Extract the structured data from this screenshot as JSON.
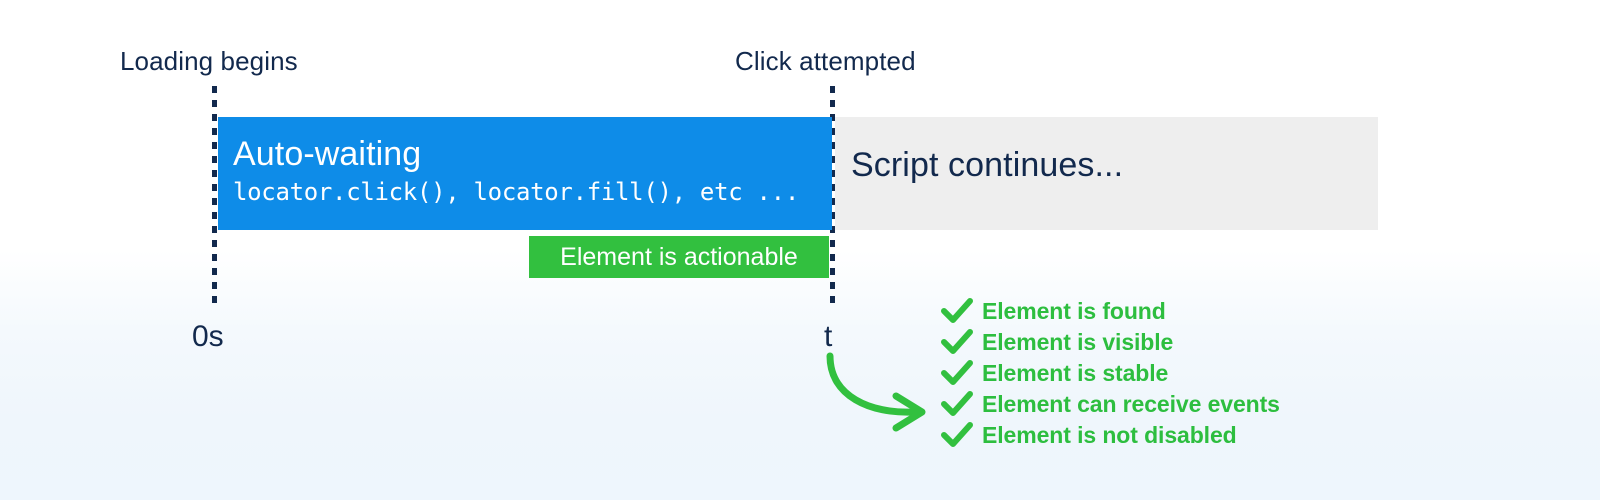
{
  "diagram": {
    "title_semantic": "playwright-auto-waiting-timeline",
    "markers": [
      {
        "id": "loading-begins",
        "label": "Loading begins",
        "axis_label": "0s"
      },
      {
        "id": "click-attempted",
        "label": "Click attempted",
        "axis_label": "t"
      }
    ],
    "phases": [
      {
        "id": "auto-waiting",
        "title": "Auto-waiting",
        "subtitle": "locator.click(), locator.fill(), etc ...",
        "color": "#0e8ce8",
        "text_color": "#ffffff"
      },
      {
        "id": "script-continues",
        "title": "Script continues...",
        "color": "#eeeeee",
        "text_color": "#12294d"
      }
    ],
    "badge": {
      "label": "Element is actionable",
      "color": "#32c03f",
      "text_color": "#ffffff"
    },
    "checklist": {
      "color": "#2dbe3f",
      "icon_name": "checkmark-icon",
      "items": [
        "Element is found",
        "Element is visible",
        "Element is stable",
        "Element can receive events",
        "Element is not disabled"
      ]
    },
    "arrow": {
      "id": "curved-arrow",
      "color": "#32c03f",
      "direction": "down-right"
    },
    "colors": {
      "accent_blue": "#0e8ce8",
      "accent_green": "#32c03f",
      "neutral_gray": "#eeeeee",
      "ink": "#12294d",
      "background_top": "#ffffff",
      "background_bottom": "#eef6fd"
    }
  }
}
